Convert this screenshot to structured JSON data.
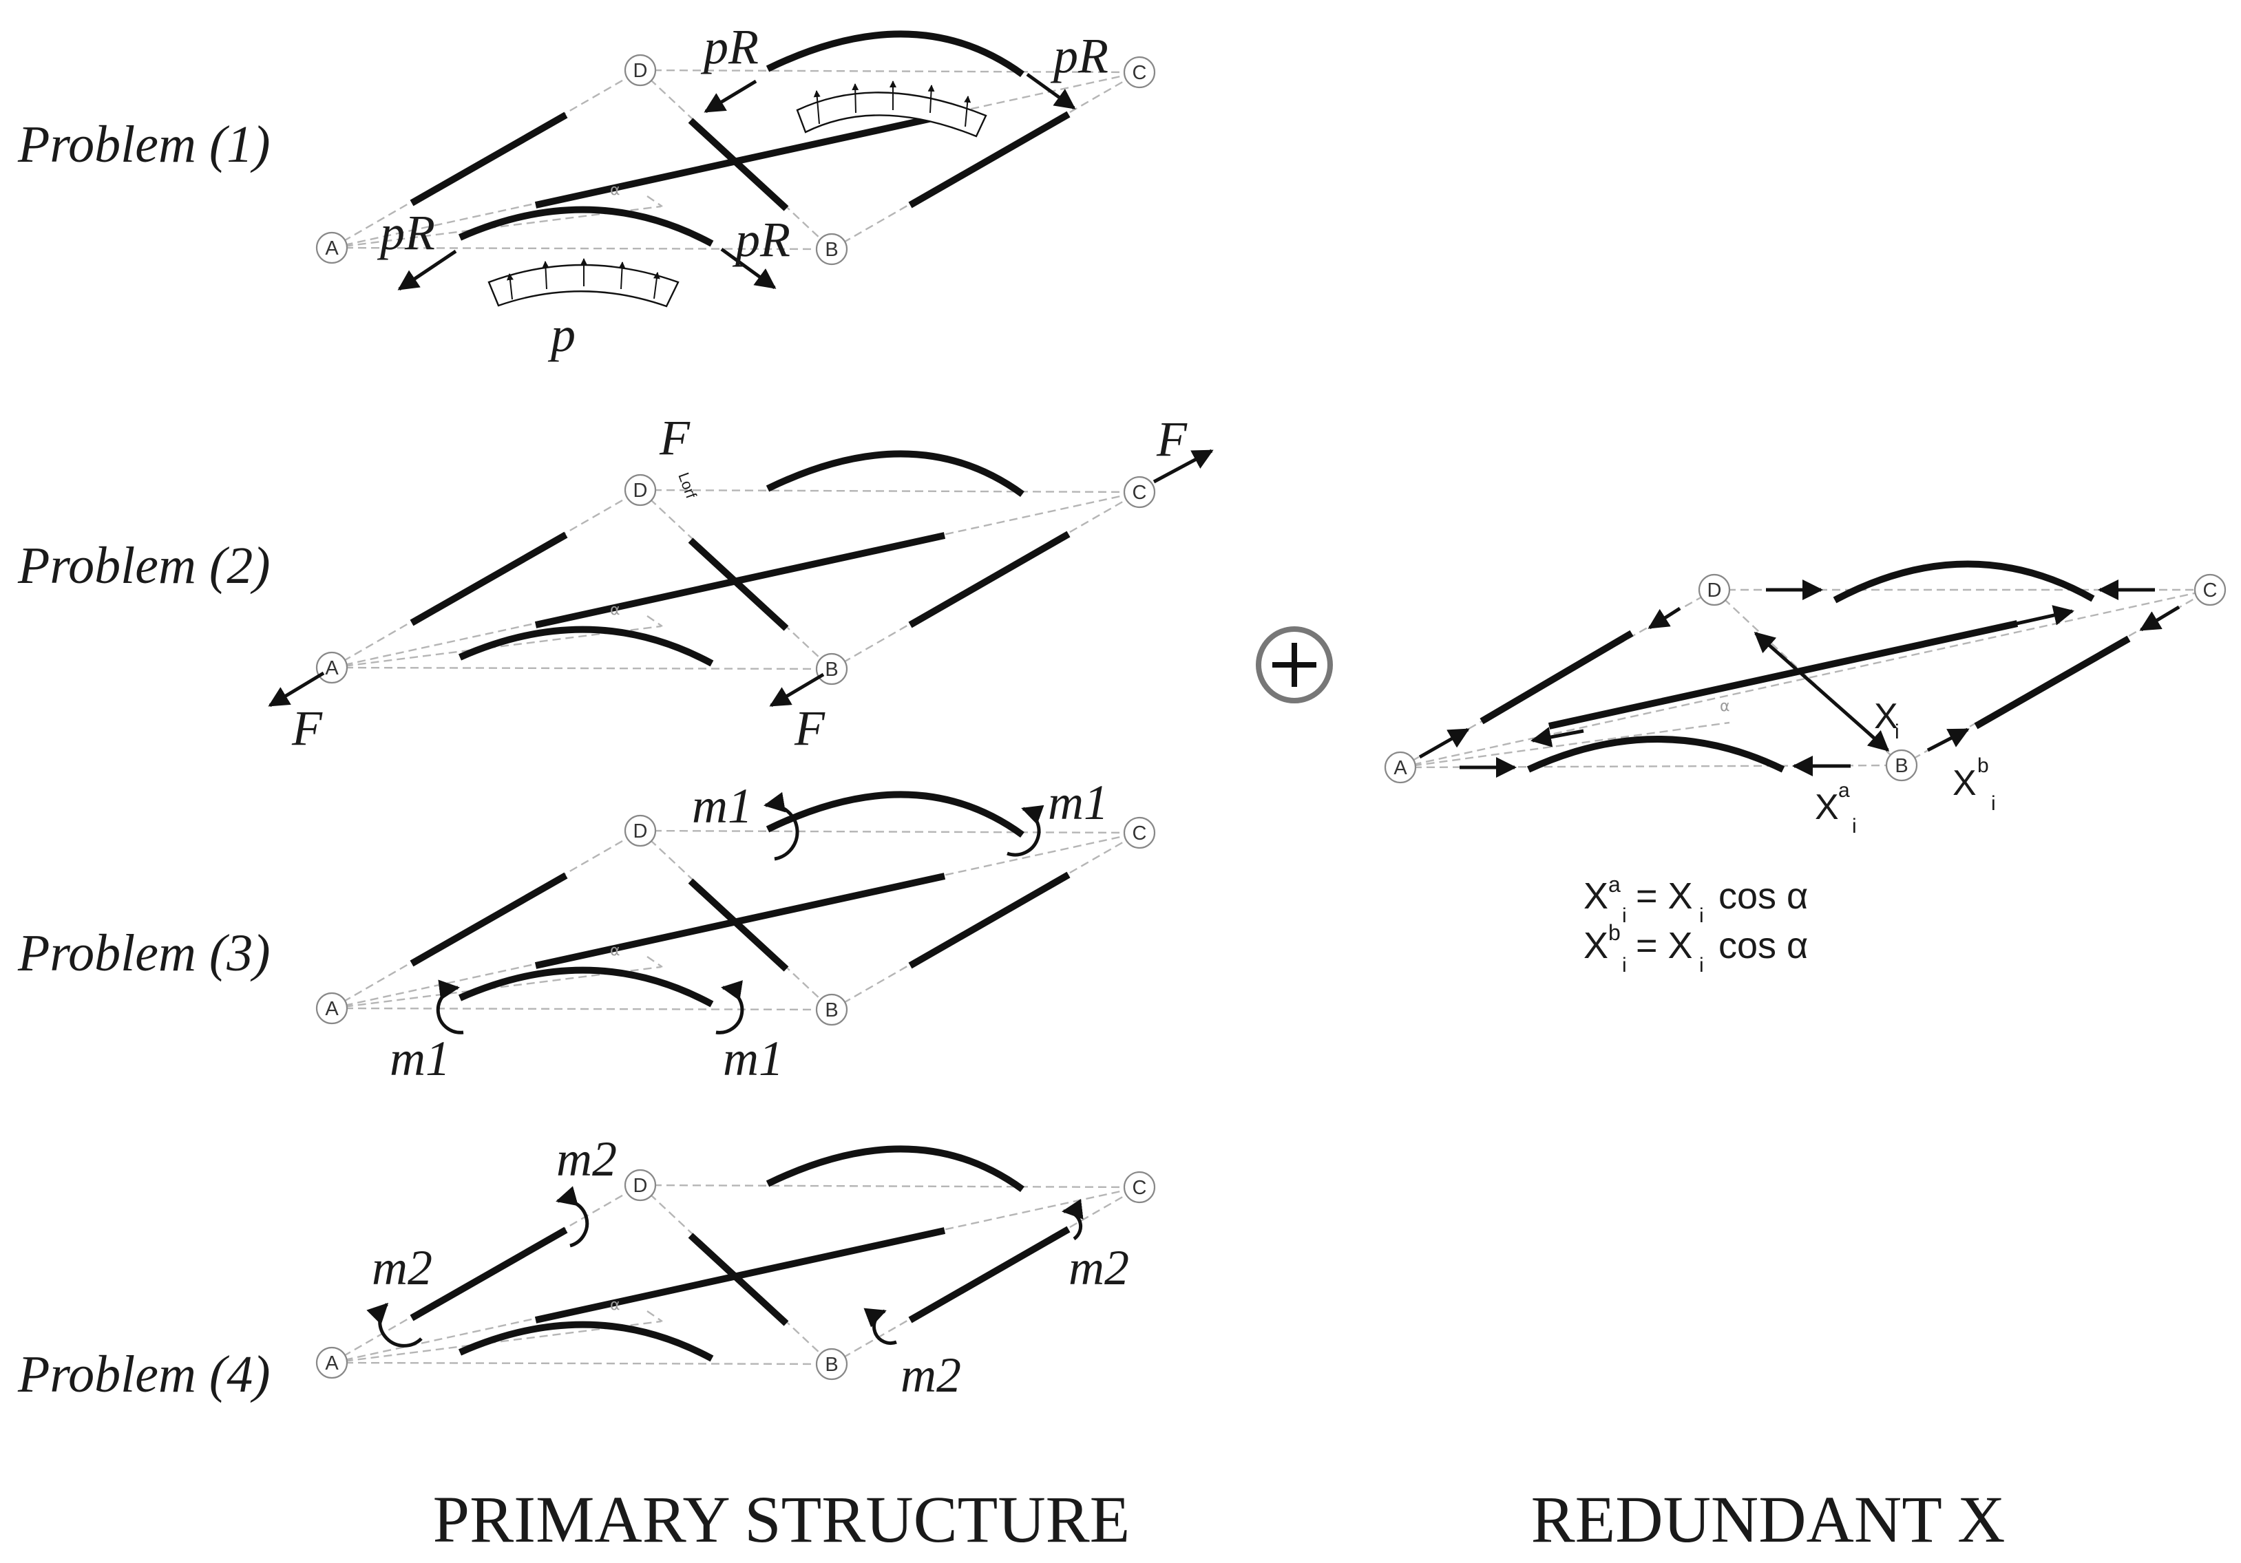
{
  "problems": [
    {
      "label": "Problem (1)",
      "loads": [
        "pR",
        "pR",
        "pR",
        "pR",
        "p"
      ]
    },
    {
      "label": "Problem (2)",
      "loads": [
        "F",
        "F",
        "F",
        "F"
      ],
      "note": "Lorf"
    },
    {
      "label": "Problem (3)",
      "loads": [
        "m1",
        "m1",
        "m1",
        "m1"
      ]
    },
    {
      "label": "Problem (4)",
      "loads": [
        "m2",
        "m2",
        "m2",
        "m2"
      ]
    }
  ],
  "nodes": [
    "A",
    "B",
    "C",
    "D"
  ],
  "angle_symbol": "α",
  "plus_symbol": "+",
  "redundant": {
    "labels": {
      "x": "X",
      "sub_i": "i",
      "sup_a": "a",
      "sup_b": "b"
    },
    "eq1": {
      "lhs": "X",
      "sup": "a",
      "sub": "i",
      "rhs": "= X",
      "rhs_sub": "i",
      "tail": "cos α"
    },
    "eq2": {
      "lhs": "X",
      "sup": "b",
      "sub": "i",
      "rhs": "= X",
      "rhs_sub": "i",
      "tail": "cos α"
    }
  },
  "captions": {
    "primary": "PRIMARY STRUCTURE",
    "redundant": "REDUNDANT X"
  },
  "colors": {
    "ink": "#111111",
    "dashed": "#b5b5b5",
    "node_outline": "#888888",
    "plus_circle": "#777777"
  }
}
